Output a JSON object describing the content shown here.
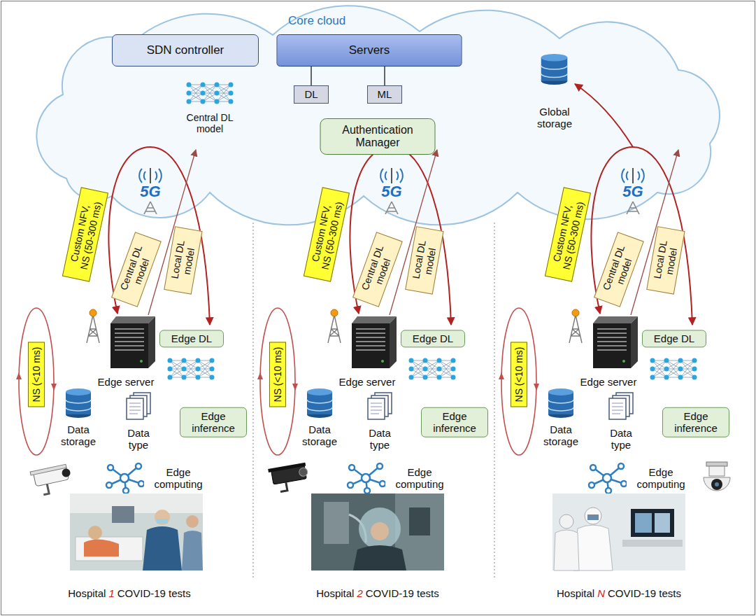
{
  "diagram": {
    "nodes": [
      {
        "text": [
          "Core cloud"
        ]
      },
      {
        "text": [
          "SDN controller"
        ],
        "in": 0
      },
      {
        "text": [
          "Servers"
        ],
        "in": 0
      },
      {
        "text": [
          "DL"
        ],
        "in": 0
      },
      {
        "text": [
          "ML"
        ],
        "in": 0
      },
      {
        "text": [
          "Authentication Manager"
        ],
        "in": 0
      },
      {
        "text": [
          "Custom NFV, NS (50-300 ms)"
        ]
      },
      {
        "text": [
          "Central DL model"
        ]
      },
      {
        "text": [
          "Local DL model"
        ]
      },
      {
        "text": [
          "NS (<10 ms)"
        ]
      },
      {
        "text": [
          "Edge DL"
        ]
      },
      {
        "text": [
          "Edge inference"
        ]
      },
      {
        "text": [
          "Custom NFV, NS (50-300 ms)"
        ]
      },
      {
        "text": [
          "Central DL model"
        ]
      },
      {
        "text": [
          "Local DL model"
        ]
      },
      {
        "text": [
          "NS (<10 ms)"
        ]
      },
      {
        "text": [
          "Edge DL"
        ]
      },
      {
        "text": [
          "Edge inference"
        ]
      },
      {
        "text": [
          "Custom NFV, NS (50-300 ms)"
        ]
      },
      {
        "text": [
          "Central DL model"
        ]
      },
      {
        "text": [
          "Local DL model"
        ]
      },
      {
        "text": [
          "NS (<10 ms)"
        ]
      },
      {
        "text": [
          "Edge DL"
        ]
      },
      {
        "text": [
          "Edge inference"
        ]
      }
    ],
    "edges": [
      {
        "from": 2,
        "to": 3,
        "arrow": "none"
      },
      {
        "from": 2,
        "to": 4,
        "arrow": "none"
      }
    ],
    "labels": [
      "Central DL model",
      "Global storage",
      "5G",
      "Edge server",
      "Data storage",
      "Data type",
      "Edge computing",
      "Hospital",
      "1",
      "COVID-19 tests",
      "5G",
      "Edge server",
      "Data storage",
      "Data type",
      "Edge computing",
      "Hospital",
      "2",
      "COVID-19 tests",
      "5G",
      "Edge server",
      "Data storage",
      "Data type",
      "Edge computing",
      "Hospital",
      "N",
      "COVID-19 tests"
    ]
  }
}
